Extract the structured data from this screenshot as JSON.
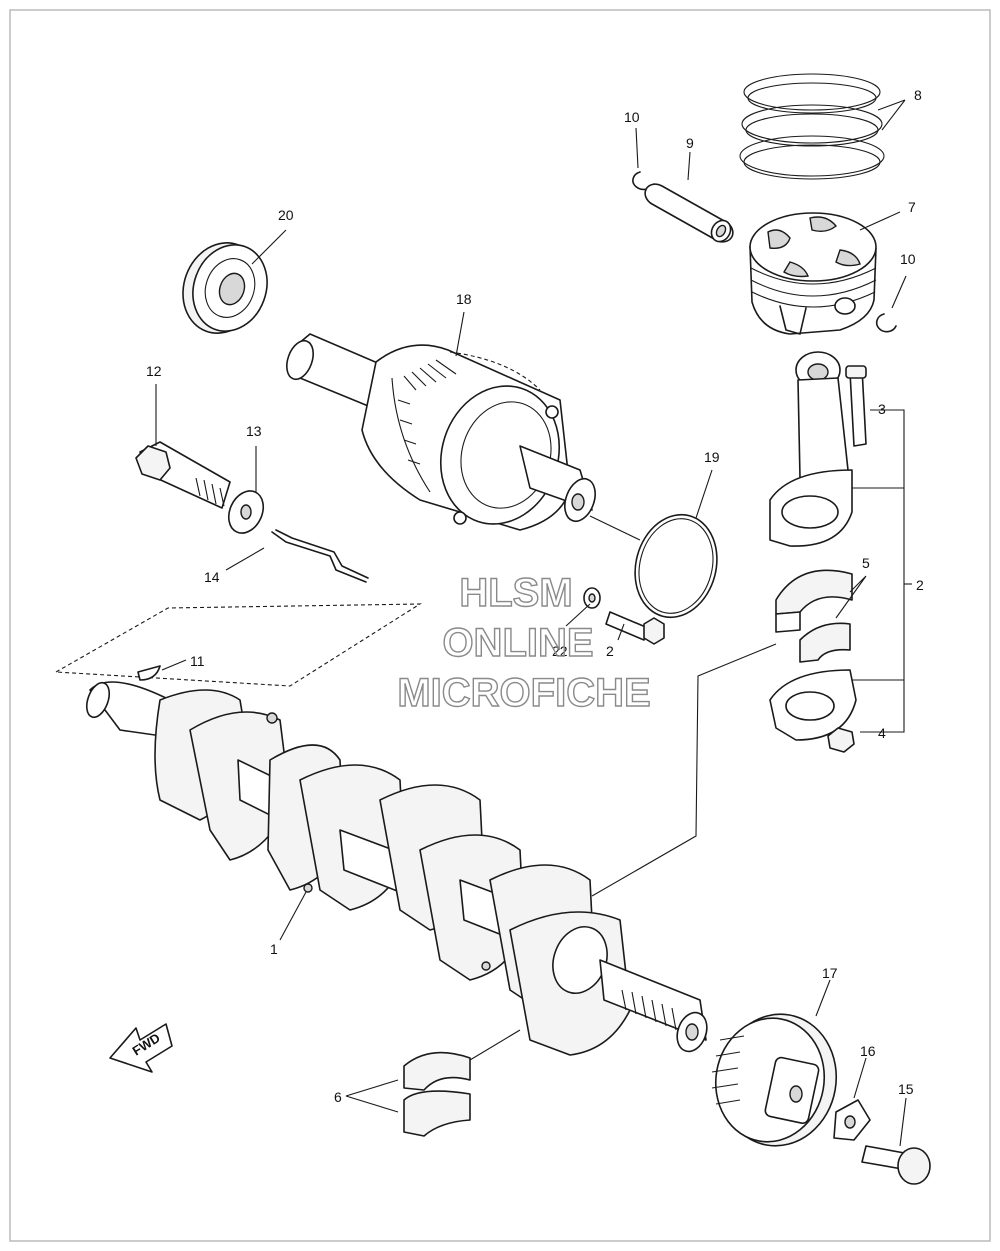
{
  "diagram": {
    "callouts": [
      {
        "id": "c8",
        "label": "8"
      },
      {
        "id": "c10a",
        "label": "10"
      },
      {
        "id": "c9",
        "label": "9"
      },
      {
        "id": "c7",
        "label": "7"
      },
      {
        "id": "c10b",
        "label": "10"
      },
      {
        "id": "c20",
        "label": "20"
      },
      {
        "id": "c18",
        "label": "18"
      },
      {
        "id": "c12",
        "label": "12"
      },
      {
        "id": "c13",
        "label": "13"
      },
      {
        "id": "c3",
        "label": "3"
      },
      {
        "id": "c19",
        "label": "19"
      },
      {
        "id": "c5",
        "label": "5"
      },
      {
        "id": "c2a",
        "label": "2"
      },
      {
        "id": "c14",
        "label": "14"
      },
      {
        "id": "c22",
        "label": "22"
      },
      {
        "id": "c2b",
        "label": "2"
      },
      {
        "id": "c11",
        "label": "11"
      },
      {
        "id": "c4",
        "label": "4"
      },
      {
        "id": "c1",
        "label": "1"
      },
      {
        "id": "c17",
        "label": "17"
      },
      {
        "id": "c16",
        "label": "16"
      },
      {
        "id": "c15",
        "label": "15"
      },
      {
        "id": "c6",
        "label": "6"
      }
    ],
    "fwd_label": "FWD"
  },
  "watermark": {
    "line1": "HLSM",
    "line2": "ONLINE",
    "line3": "MICROFICHE",
    "color": "#8a8a8a"
  }
}
